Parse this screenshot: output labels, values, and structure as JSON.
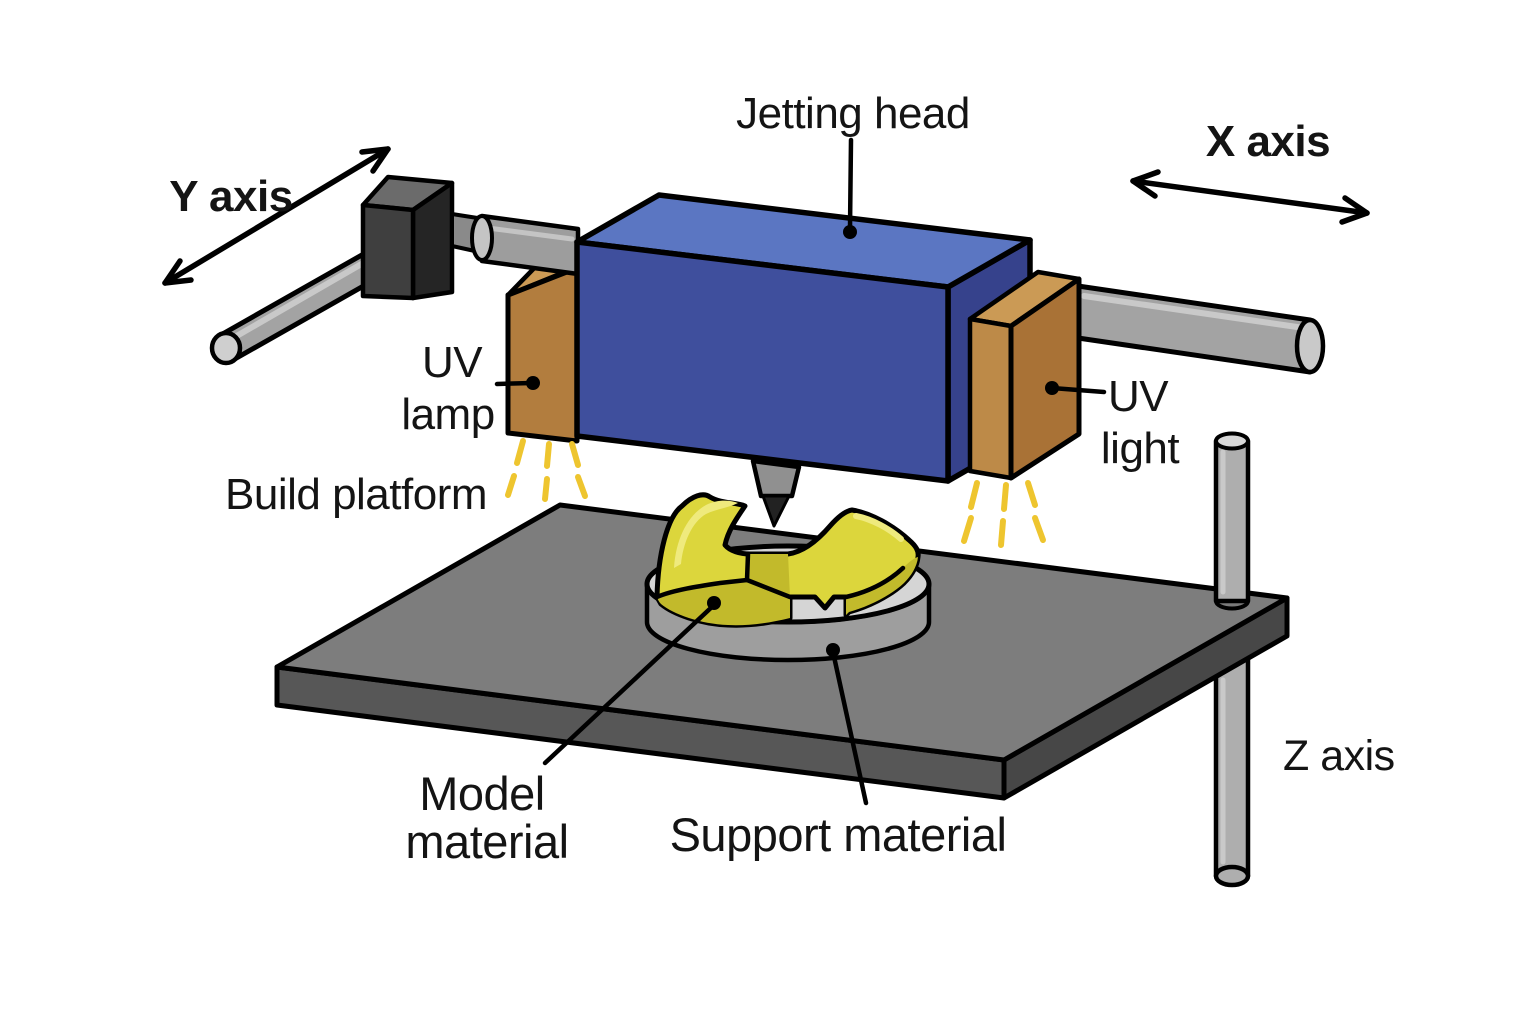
{
  "labels": {
    "jetting_head": "Jetting head",
    "x_axis": "X axis",
    "y_axis": "Y axis",
    "uv_lamp": [
      "UV",
      "lamp"
    ],
    "uv_light": [
      "UV",
      "light"
    ],
    "build_platform": "Build platform",
    "model_material": [
      "Model",
      "material"
    ],
    "support_material": "Support material",
    "z_axis": "Z axis"
  },
  "colors": {
    "background": "#ffffff",
    "head_top": "#5b76c2",
    "head_front": "#3f4f9d",
    "head_side": "#36428c",
    "lamp_top": "#cb9a55",
    "lamp_front": "#b27d3e",
    "lamp_side_light": "#bd8a48",
    "lamp_side_dark": "#a97236",
    "model_top": "#dcd63c",
    "model_front": "#c2ba2b",
    "model_highlight": "#efea7d",
    "support_top": "#d5d5d5",
    "support_side": "#9e9e9e",
    "platform_top": "#7d7d7d",
    "platform_front": "#575757",
    "platform_side": "#474747",
    "metal": "#a3a3a3",
    "metal_light": "#c9c9c9",
    "metal_cap": "#cfcfcf",
    "rod": "#aeaeae",
    "rod_cap": "#d8d8d8",
    "rod_hole": "#7a7a7a",
    "block_top": "#6b6b6b",
    "block_front": "#3f3f3f",
    "block_side": "#252525",
    "sleeve_thin": "#8a8a8a",
    "sleeve_thick": "#9d9d9d",
    "sleeve_cap": "#c4c4c4",
    "nozzle_body": "#909090",
    "nozzle_needle": "#222222",
    "ray": "#eec52f"
  }
}
